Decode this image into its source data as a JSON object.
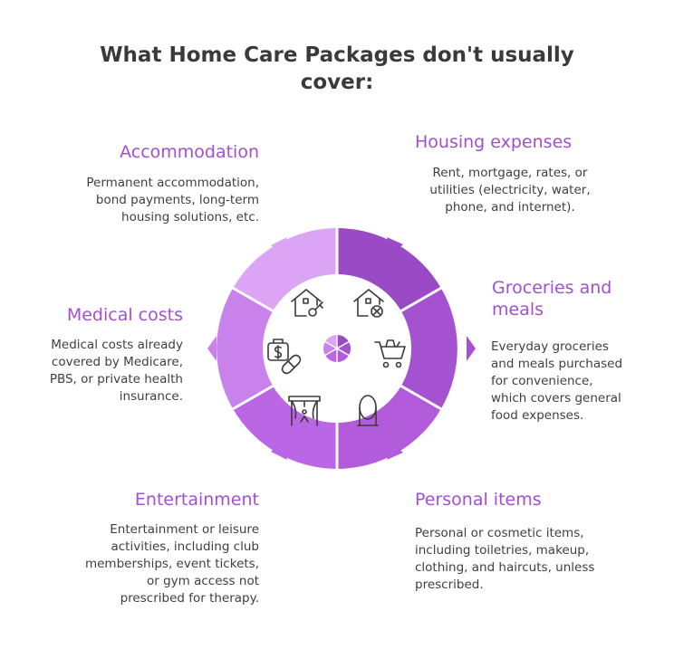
{
  "title": "What Home Care Packages don't usually cover:",
  "items": {
    "accommodation": {
      "title": "Accommodation",
      "desc": [
        "Permanent accommodation,",
        "bond payments, long-term",
        "housing solutions, etc."
      ]
    },
    "housing": {
      "title": "Housing expenses",
      "desc": [
        "Rent, mortgage, rates, or",
        "utilities (electricity, water,",
        "phone, and internet)."
      ]
    },
    "groceries": {
      "title": [
        "Groceries and",
        "meals"
      ],
      "desc": [
        "Everyday groceries",
        "and meals purchased",
        "for convenience,",
        "which covers general",
        "food expenses."
      ]
    },
    "medical": {
      "title": "Medical costs",
      "desc": [
        "Medical costs already",
        "covered by Medicare,",
        "PBS, or private health",
        "insurance."
      ]
    },
    "entertainment": {
      "title": "Entertainment",
      "desc": [
        "Entertainment or leisure",
        "activities, including club",
        "memberships, event tickets,",
        "or gym access not",
        "prescribed for therapy."
      ]
    },
    "personal": {
      "title": "Personal items",
      "desc": [
        "Personal or cosmetic items,",
        "including toiletries, makeup,",
        "clothing, and haircuts, unless",
        "prescribed."
      ]
    }
  },
  "icons": {
    "accommodation": "house-key-icon",
    "housing": "house-cancel-icon",
    "groceries": "shopping-cart-icon",
    "personal": "mirror-icon",
    "entertainment": "stage-icon",
    "medical": "medical-money-pill-icon",
    "center": "pie-icon"
  },
  "colors": {
    "housing": "#9a4ac4",
    "groceries": "#a552d1",
    "personal": "#b25cdc",
    "entertainment": "#bb66e4",
    "medical": "#c981ec",
    "accommodation": "#dca4f4",
    "heading": "#a24fd0"
  }
}
